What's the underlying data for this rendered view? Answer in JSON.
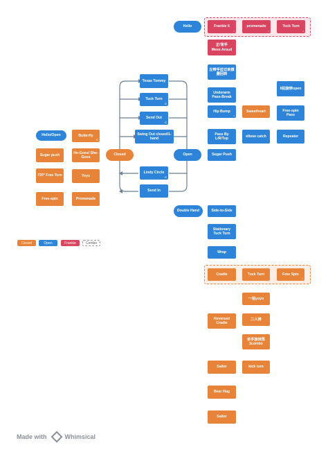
{
  "legend": {
    "closed": "Closed",
    "open": "Open",
    "frankie": "Frankie",
    "combo": "Combo"
  },
  "footer": {
    "made_with": "Made with",
    "brand": "Whimsical"
  },
  "left_column": {
    "hello_open": "Hello/Open",
    "butterfly": "Butterfly",
    "sugar_push": "Sugar push",
    "he_goes": "He-Goes/ She-Goes",
    "free_turn_720": "720° Free Turn",
    "yoyo": "Yoyo",
    "free_spin": "Free-spin",
    "promenade": "Promenade"
  },
  "center": {
    "texas_tommy": "Texas Tommy",
    "tuck_turn": "Tuck Turn",
    "send_out": "Send Out",
    "swing_out": "Swing Out closed/1-hand",
    "closed": "Closed",
    "open": "Open",
    "lindy_circle": "Lindy Circle",
    "send_in": "Send In"
  },
  "hello_branch": {
    "hello": "Hello",
    "frankie6": "Frankie 6",
    "promenade": "promenade",
    "tuck_turn": "Tuck Turn",
    "mess_around_cn": "正/背手",
    "mess_around": "Mess Aroud",
    "left_hand": "左带手拉过来摸腰回转",
    "underarm": "Underarm Pass-Break",
    "hip_bump": "Hip Bump",
    "sweetheart": "Sweetheart",
    "open_cn": "8拍旋转open",
    "free_spin_pass": "Free-spin Pass",
    "pass_by": "Pass By L/R/Top",
    "elbow_catch": "elbow catch",
    "repeater": "Repeater",
    "sugar_push": "Sugar Push"
  },
  "double_hand_branch": {
    "double_hand": "Double Hand",
    "side_to_side": "Side-to-Side",
    "stationary": "Stationary Tuck Turn",
    "wrap": "Wrap",
    "cradle": "Cradle",
    "tuck_turn": "Tuck Turn",
    "free_spin": "Free Spin",
    "yiyoyo": "一拍yoyo",
    "erren": "二人转",
    "single_combo": "单手旋转再3combo",
    "reversed_cradle": "Reversed Cradle",
    "sailor1": "Sailor",
    "kick_turn": "kick turn",
    "bear_hug": "Bear Hug",
    "sailor2": "Sailor"
  },
  "colors": {
    "closed": "#e8843a",
    "open": "#2d84d8",
    "frankie": "#d94560",
    "combo_border": "#e8843a",
    "line": "#6b7c93"
  }
}
